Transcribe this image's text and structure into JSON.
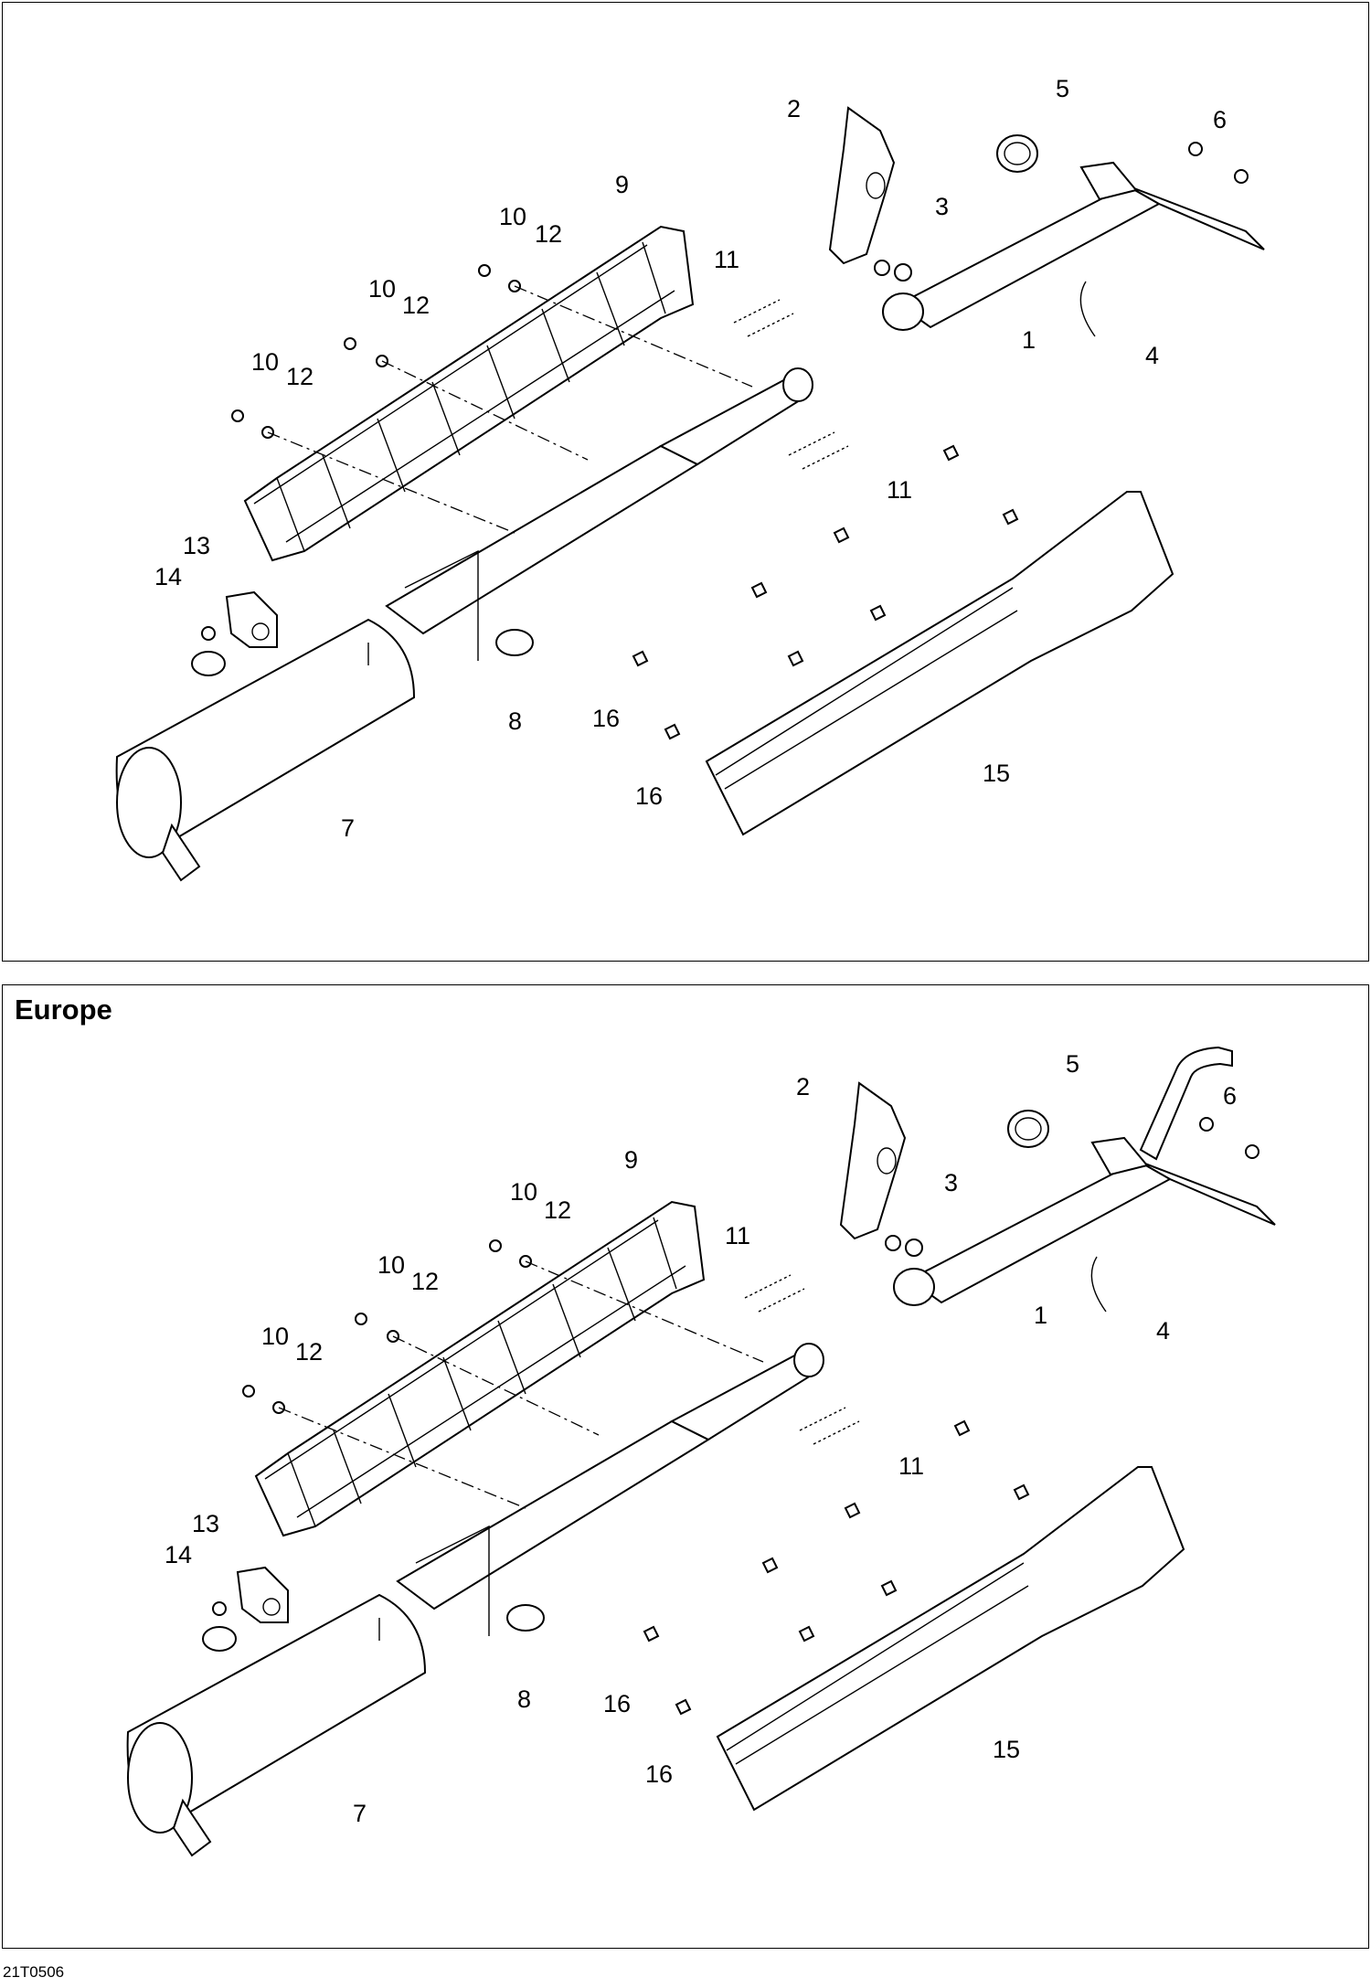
{
  "figure": {
    "code": "21T0506"
  },
  "panels": [
    {
      "id": "top",
      "title": "",
      "callouts": [
        "1",
        "2",
        "3",
        "4",
        "5",
        "6",
        "7",
        "8",
        "9",
        "10",
        "10",
        "10",
        "11",
        "11",
        "12",
        "12",
        "12",
        "13",
        "14",
        "15",
        "16",
        "16"
      ]
    },
    {
      "id": "europe",
      "title": "Europe",
      "callouts": [
        "1",
        "2",
        "3",
        "4",
        "5",
        "6",
        "7",
        "8",
        "9",
        "10",
        "10",
        "10",
        "11",
        "11",
        "12",
        "12",
        "12",
        "13",
        "14",
        "15",
        "16",
        "16"
      ]
    }
  ]
}
